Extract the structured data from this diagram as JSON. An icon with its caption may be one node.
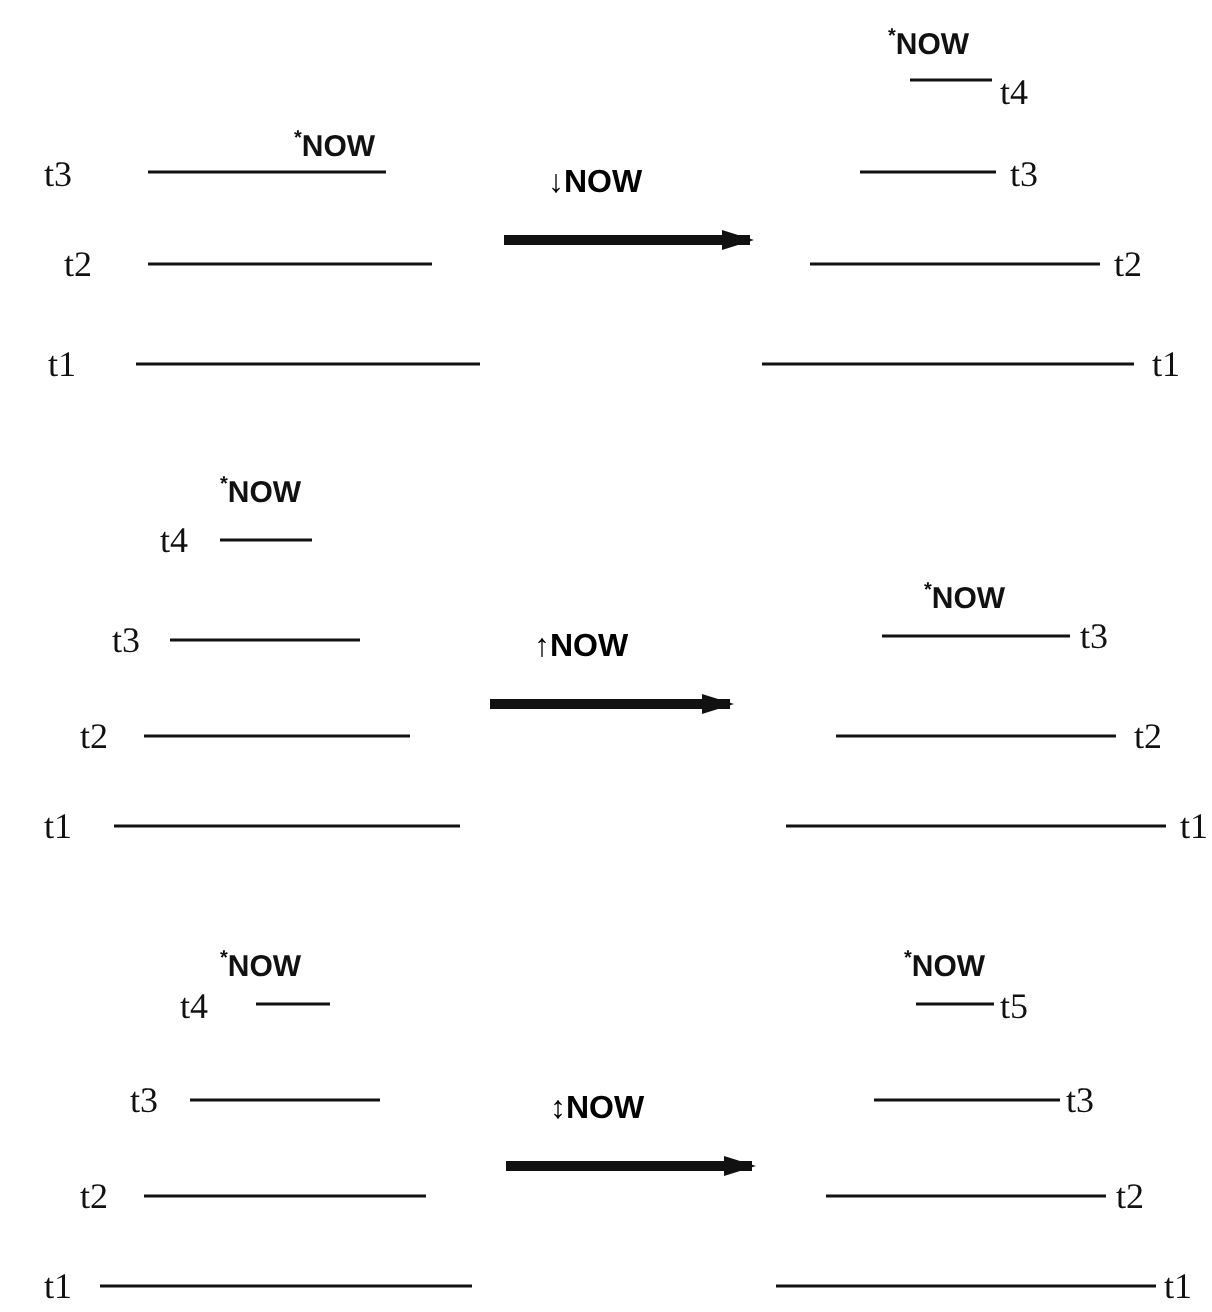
{
  "diagram": {
    "nodes": [
      {
        "text": [
          "$^{*}$NOW",
          "t3",
          "t2",
          "t1"
        ]
      },
      {
        "text": [
          "$^{*}$NOW",
          "t4",
          "t3",
          "t2",
          "t1"
        ]
      },
      {
        "text": [
          "$^{*}$NOW",
          "t4",
          "t3",
          "t2",
          "t1"
        ]
      },
      {
        "text": [
          "$^{*}$NOW",
          "t3",
          "t2",
          "t1"
        ]
      },
      {
        "text": [
          "$^{*}$NOW",
          "t4",
          "t3",
          "t2",
          "t1"
        ]
      },
      {
        "text": [
          "$^{*}$NOW",
          "t5",
          "t3",
          "t2",
          "t1"
        ]
      }
    ],
    "edges": [
      {
        "from": 0,
        "to": 1,
        "arrow": "to",
        "label": "↓NOW"
      },
      {
        "from": 2,
        "to": 3,
        "arrow": "to",
        "label": "↑NOW"
      },
      {
        "from": 4,
        "to": 5,
        "arrow": "to",
        "label": "↕NOW"
      }
    ]
  }
}
